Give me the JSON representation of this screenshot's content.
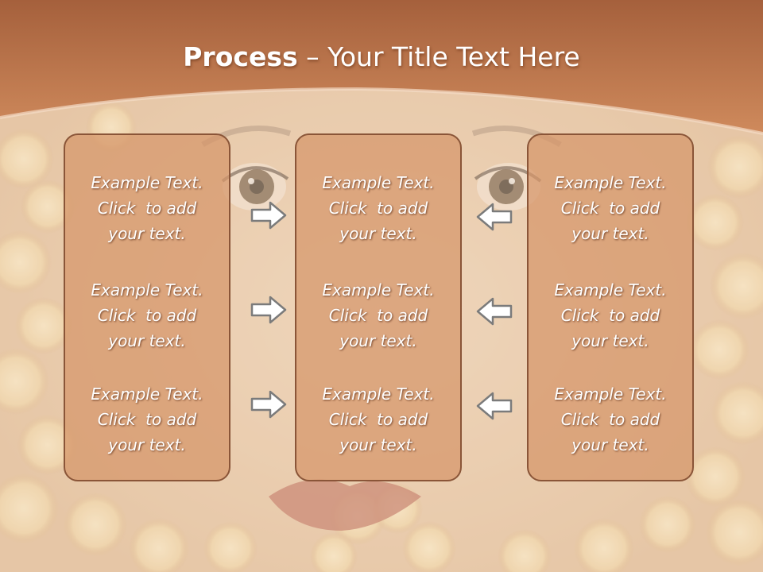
{
  "title": {
    "bold": "Process",
    "rest": " – Your Title Text Here"
  },
  "columns": [
    {
      "items": [
        "Example Text.\nClick  to add\nyour text.",
        "Example Text.\nClick  to add\nyour text.",
        "Example Text.\nClick  to add\nyour text."
      ]
    },
    {
      "items": [
        "Example Text.\nClick  to add\nyour text.",
        "Example Text.\nClick  to add\nyour text.",
        "Example Text.\nClick  to add\nyour text."
      ]
    },
    {
      "items": [
        "Example Text.\nClick  to add\nyour text.",
        "Example Text.\nClick  to add\nyour text.",
        "Example Text.\nClick  to add\nyour text."
      ]
    }
  ],
  "colors": {
    "header": "#b86d45",
    "box_fill": "#d6966a",
    "box_border": "#8a5538",
    "text": "#ffffff"
  },
  "icons": {
    "left_arrows": "right-arrow-icon",
    "right_arrows": "left-arrow-icon"
  }
}
